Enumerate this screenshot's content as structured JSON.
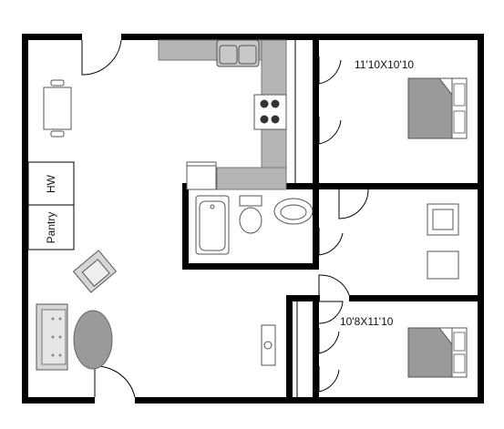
{
  "rooms": {
    "bedroom_1": {
      "dimensions": "11'10X10'10"
    },
    "bedroom_2": {
      "dimensions": "10'8X11'10"
    }
  },
  "closets": {
    "water_heater": {
      "label": "HW"
    },
    "pantry": {
      "label": "Pantry"
    }
  },
  "colors": {
    "wall": "#000000",
    "counter": "#b5b5b5",
    "fixture_fill": "#ffffff",
    "bed_fill": "#9a9a9a",
    "rug_fill": "#9a9a9a"
  }
}
